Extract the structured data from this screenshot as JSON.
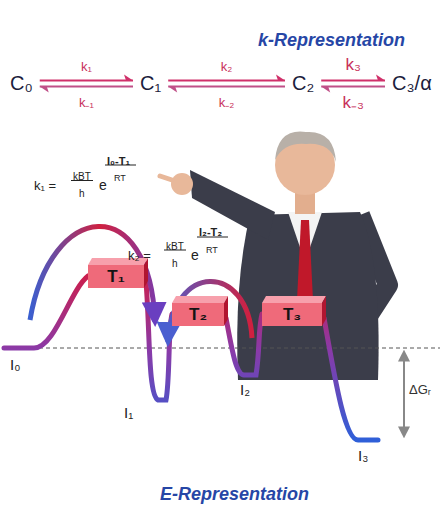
{
  "diagram": {
    "nodes": [
      {
        "text": [
          "C₀"
        ]
      },
      {
        "text": [
          "C₁"
        ]
      },
      {
        "text": [
          "C₂"
        ]
      },
      {
        "text": [
          "C₃/α"
        ]
      },
      {
        "text": [
          "T₁"
        ]
      },
      {
        "text": [
          "T₂"
        ]
      },
      {
        "text": [
          "T₃"
        ]
      }
    ],
    "edges": [
      {
        "from": 0,
        "to": 1,
        "arrow": "to",
        "label": "k₁"
      },
      {
        "from": 1,
        "to": 0,
        "arrow": "to",
        "label": "k₋₁"
      },
      {
        "from": 1,
        "to": 2,
        "arrow": "to",
        "label": "k₂"
      },
      {
        "from": 2,
        "to": 1,
        "arrow": "to",
        "label": "k₋₂"
      },
      {
        "from": 2,
        "to": 3,
        "arrow": "to",
        "label": "k₃"
      },
      {
        "from": 3,
        "to": 2,
        "arrow": "to",
        "label": "k₋₃"
      }
    ],
    "labels": [
      "k-Representation",
      "E-Representation",
      "k₁ =",
      "kBT",
      "h",
      "e",
      "I₀-T₁",
      "RT",
      "k₂ =",
      "kBT",
      "h",
      "e",
      "I₂-T₂",
      "RT",
      "I₀",
      "I₁",
      "I₂",
      "I₃",
      "ΔGᵣ"
    ]
  }
}
